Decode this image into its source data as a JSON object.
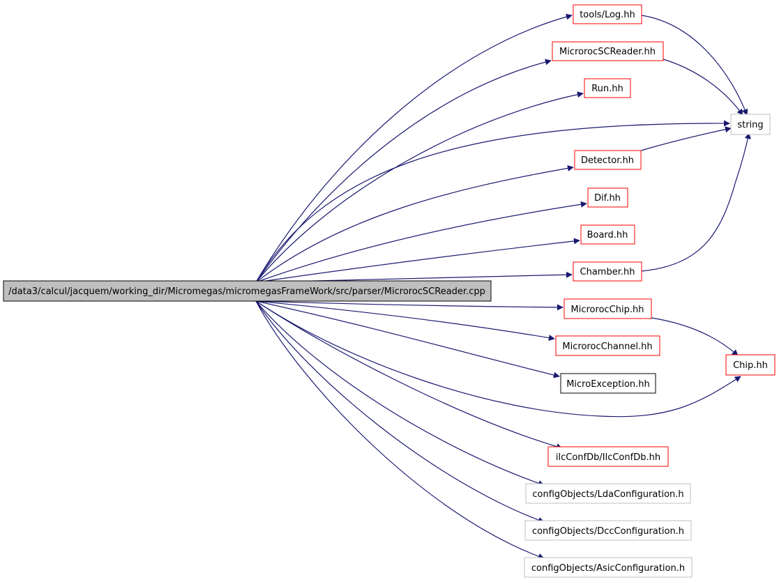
{
  "source": {
    "label": "/data3/calcul/jacquem/working_dir/Micromegas/micromegasFrameWork/src/parser/MicrorocSCReader.cpp",
    "fill": "#bfbfbf",
    "border": "#000000"
  },
  "colors": {
    "edge": "#191970",
    "documented_border": "#ff0000",
    "undocumented_border": "#bfbfbf",
    "plain_border": "#000000",
    "node_fill": "#ffffff"
  },
  "nodes": [
    {
      "id": "tools-log",
      "label": "tools/Log.hh",
      "style": "documented"
    },
    {
      "id": "microrocscreader-hh",
      "label": "MicrorocSCReader.hh",
      "style": "documented"
    },
    {
      "id": "run-hh",
      "label": "Run.hh",
      "style": "documented"
    },
    {
      "id": "string",
      "label": "string",
      "style": "undocumented"
    },
    {
      "id": "detector-hh",
      "label": "Detector.hh",
      "style": "documented"
    },
    {
      "id": "dif-hh",
      "label": "Dif.hh",
      "style": "documented"
    },
    {
      "id": "board-hh",
      "label": "Board.hh",
      "style": "documented"
    },
    {
      "id": "chamber-hh",
      "label": "Chamber.hh",
      "style": "documented"
    },
    {
      "id": "microrocchip-hh",
      "label": "MicrorocChip.hh",
      "style": "documented"
    },
    {
      "id": "microrocchannel-hh",
      "label": "MicrorocChannel.hh",
      "style": "documented"
    },
    {
      "id": "microexception-hh",
      "label": "MicroException.hh",
      "style": "plain"
    },
    {
      "id": "chip-hh",
      "label": "Chip.hh",
      "style": "documented"
    },
    {
      "id": "ilcconfdb-hh",
      "label": "ilcConfDb/IlcConfDb.hh",
      "style": "documented"
    },
    {
      "id": "lda-configuration",
      "label": "configObjects/LdaConfiguration.h",
      "style": "undocumented"
    },
    {
      "id": "dcc-configuration",
      "label": "configObjects/DccConfiguration.h",
      "style": "undocumented"
    },
    {
      "id": "asic-configuration",
      "label": "configObjects/AsicConfiguration.h",
      "style": "undocumented"
    }
  ],
  "edges": [
    {
      "from": "source",
      "to": "tools-log"
    },
    {
      "from": "source",
      "to": "microrocscreader-hh"
    },
    {
      "from": "source",
      "to": "run-hh"
    },
    {
      "from": "source",
      "to": "string"
    },
    {
      "from": "source",
      "to": "detector-hh"
    },
    {
      "from": "source",
      "to": "dif-hh"
    },
    {
      "from": "source",
      "to": "board-hh"
    },
    {
      "from": "source",
      "to": "chamber-hh"
    },
    {
      "from": "source",
      "to": "microrocchip-hh"
    },
    {
      "from": "source",
      "to": "microrocchannel-hh"
    },
    {
      "from": "source",
      "to": "microexception-hh"
    },
    {
      "from": "source",
      "to": "chip-hh"
    },
    {
      "from": "source",
      "to": "ilcconfdb-hh"
    },
    {
      "from": "source",
      "to": "lda-configuration"
    },
    {
      "from": "source",
      "to": "dcc-configuration"
    },
    {
      "from": "source",
      "to": "asic-configuration"
    },
    {
      "from": "tools-log",
      "to": "string"
    },
    {
      "from": "microrocscreader-hh",
      "to": "string"
    },
    {
      "from": "detector-hh",
      "to": "string"
    },
    {
      "from": "chamber-hh",
      "to": "string"
    },
    {
      "from": "microrocchip-hh",
      "to": "chip-hh"
    }
  ]
}
